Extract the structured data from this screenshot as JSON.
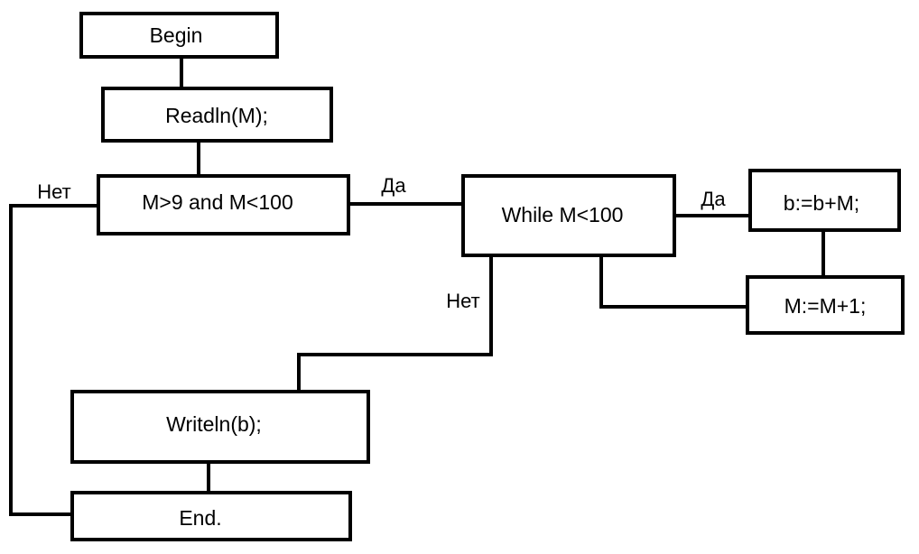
{
  "nodes": {
    "begin": "Begin",
    "readln": "Readln(M);",
    "condition": "M>9 and M<100",
    "while_loop": "While M<100",
    "sum_step": "b:=b+M;",
    "increment": "M:=M+1;",
    "writeln": "Writeln(b);",
    "end": "End."
  },
  "edge_labels": {
    "condition_no": "Нет",
    "condition_yes": "Да",
    "loop_yes": "Да",
    "loop_no": "Нет"
  },
  "colors": {
    "stroke": "#000000",
    "background": "#ffffff"
  }
}
